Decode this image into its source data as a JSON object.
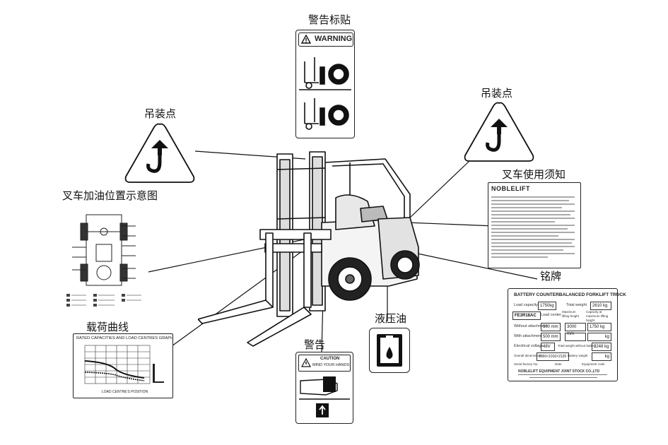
{
  "labels": {
    "warning_sticker": "警告标贴",
    "lifting_point_left": "吊装点",
    "lifting_point_right": "吊装点",
    "forklift_notice": "叉车使用须知",
    "refuel_diagram": "叉车加油位置示意图",
    "load_curve": "载荷曲线",
    "caution": "警告",
    "hydraulic_oil": "液压油",
    "nameplate": "铭牌"
  },
  "warning_sign": {
    "header": "WARNING"
  },
  "caution_sign": {
    "line1": "CAUTION",
    "line2": "MIND YOUR HANDS"
  },
  "notice_sheet": {
    "brand": "NOBLELIFT"
  },
  "load_chart": {
    "title": "RATED CAPACITIES AND LOAD CENTRES GRAPH",
    "xlabel": "LOAD CENTRE'S POSITION"
  },
  "nameplate": {
    "title": "BATTERY COUNTERBALANCED FORKLIFT TRUCK",
    "load_capacity_label": "Load capacity",
    "load_capacity_value": "1750kg",
    "total_weight_label": "Total weight",
    "total_weight_value": "2610 kg",
    "model": "FE3R18AC",
    "load_center_label": "Load center",
    "lift_height_label": "Maximum lifting height",
    "capacity_lift_label": "Capacity at maximum lifting height",
    "without_attachment_label": "Without attachment",
    "without_attachment_value": "500 mm",
    "lift_height_value": "3000 mm",
    "capacity_value": "1750 kg",
    "with_attachment_label": "With attachment",
    "with_attachment_value": "500 mm",
    "kg_unit": "kg",
    "voltage_label": "Electrical voltage",
    "voltage_value": "48V",
    "weight_no_battery_label": "Total weight without battery",
    "weight_no_battery_value": "2248 kg",
    "dimensions_label": "Overall dimensions",
    "dimensions_value": "2960×1010×2120",
    "battery_weight_label": "Battery weight",
    "serial_label": "Serial factory No.",
    "date_label": "Date",
    "attachment_label": "Equipment code",
    "maker": "NOBLELIFT EQUIPMENT JOINT STOCK CO.,LTD"
  }
}
